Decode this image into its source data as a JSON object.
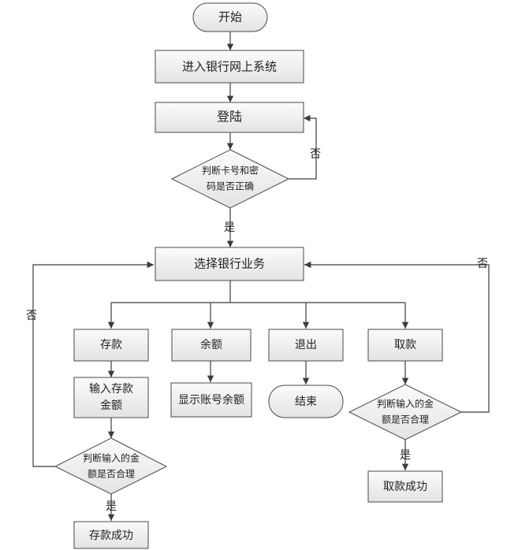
{
  "colors": {
    "box_fill_top": "#fbfbfb",
    "box_fill_bottom": "#e3e3e3",
    "stroke": "#4a4a4a",
    "line": "#3c3c3c",
    "text": "#222222"
  },
  "nodes": {
    "start": "开始",
    "enter_system": "进入银行网上系统",
    "login": "登陆",
    "check_card_line1": "判断卡号和密",
    "check_card_line2": "码是否正确",
    "select_business": "选择银行业务",
    "deposit": "存款",
    "balance": "余额",
    "exit": "退出",
    "withdraw": "取款",
    "input_deposit_line1": "输入存款",
    "input_deposit_line2": "金额",
    "show_balance": "显示账号余额",
    "end": "结束",
    "check_deposit_line1": "判断输入的金",
    "check_deposit_line2": "额是否合理",
    "check_withdraw_line1": "判断输入的金",
    "check_withdraw_line2": "额是否合理",
    "deposit_success": "存款成功",
    "withdraw_success": "取款成功"
  },
  "edge_labels": {
    "login_no": "否",
    "login_yes": "是",
    "deposit_no": "否",
    "deposit_yes": "是",
    "withdraw_no": "否",
    "withdraw_yes": "是"
  }
}
